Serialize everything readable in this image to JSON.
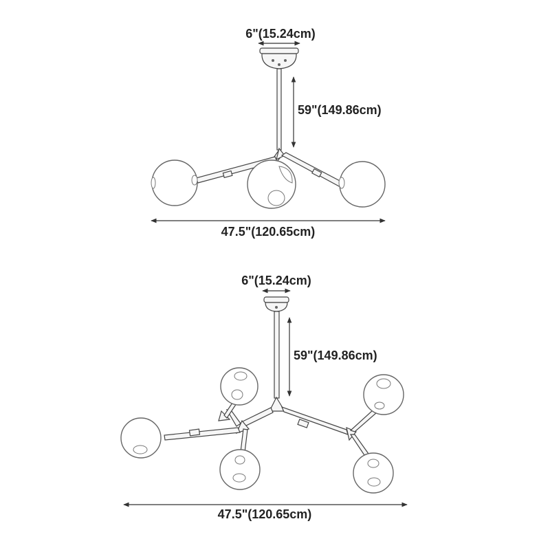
{
  "diagrams": {
    "three_light": {
      "canopy_width": "6\"(15.24cm)",
      "drop_length": "59\"(149.86cm)",
      "overall_width": "47.5\"(120.65cm)"
    },
    "six_light": {
      "canopy_width": "6\"(15.24cm)",
      "drop_length": "59\"(149.86cm)",
      "overall_width": "47.5\"(120.65cm)"
    }
  },
  "colors": {
    "ink": "#222222",
    "line": "#333333",
    "globe_stroke": "#666666"
  }
}
